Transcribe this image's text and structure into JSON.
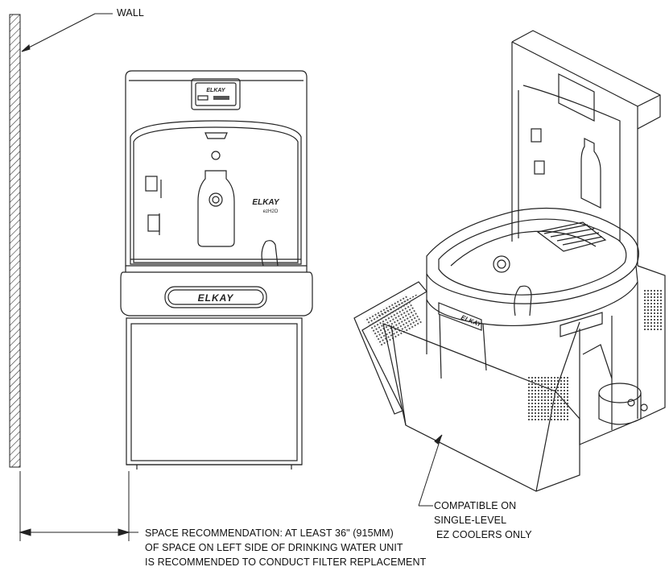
{
  "labels": {
    "wall": "WALL",
    "space_recommendation": [
      "SPACE RECOMMENDATION: AT LEAST 36\" (915MM)",
      "OF SPACE ON LEFT SIDE OF DRINKING WATER UNIT",
      "IS RECOMMENDED TO CONDUCT FILTER REPLACEMENT"
    ],
    "compatibility": [
      "COMPATIBLE ON",
      "SINGLE-LEVEL",
      "EZ COOLERS ONLY"
    ]
  },
  "logos": {
    "brand": "ELKAY",
    "product": "ezH2O"
  },
  "colors": {
    "line": "#222222",
    "hatch": "#333333",
    "background": "#ffffff"
  }
}
